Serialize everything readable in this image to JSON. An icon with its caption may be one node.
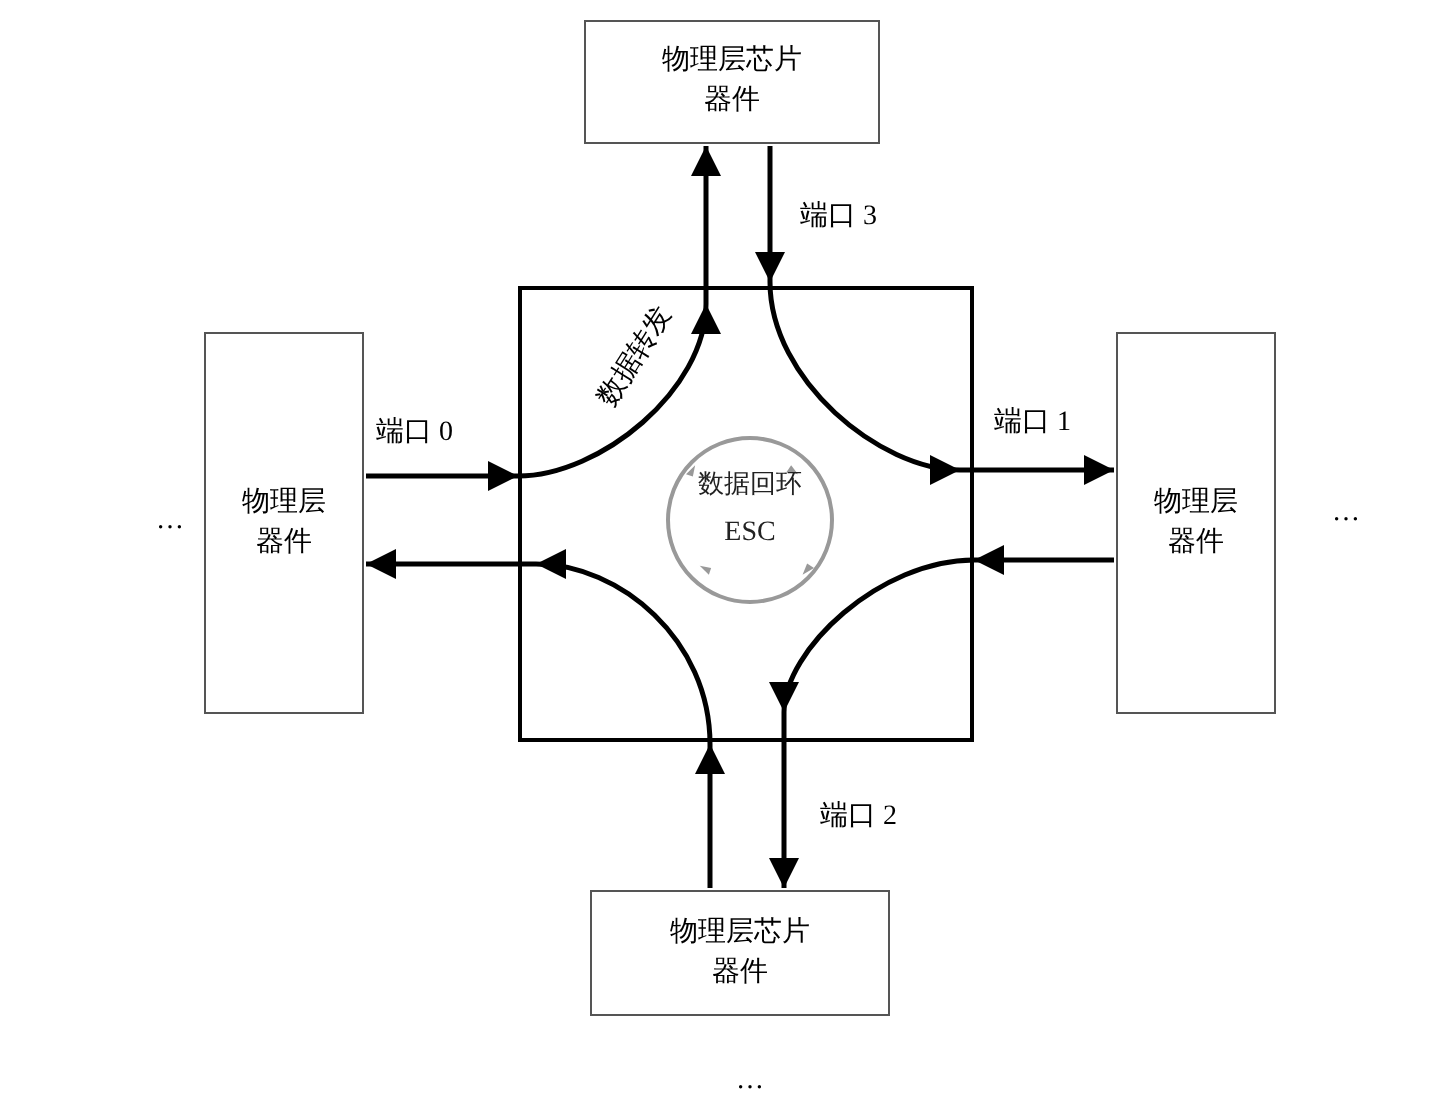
{
  "diagram": {
    "nodes": [
      {
        "text": [
          "物理层芯片器件"
        ]
      },
      {
        "text": [
          "物理层器件"
        ]
      },
      {
        "text": [],
        "shape": "box"
      },
      {
        "text": [
          "数据回环",
          "ESC"
        ],
        "in": 2
      },
      {
        "text": [
          "物理层器件"
        ]
      },
      {
        "text": [
          "物理层芯片器件"
        ]
      }
    ],
    "edges": [
      {
        "from": 1,
        "to": 0,
        "arrow": "to",
        "label": "数据转发"
      },
      {
        "from": 0,
        "to": 4,
        "arrow": "to"
      },
      {
        "from": 4,
        "to": 5,
        "arrow": "to"
      },
      {
        "from": 5,
        "to": 1,
        "arrow": "to"
      }
    ],
    "labels": [
      "端口 3",
      "端口 0",
      "端口 1",
      "…",
      "…",
      "端口 2",
      "…"
    ]
  }
}
